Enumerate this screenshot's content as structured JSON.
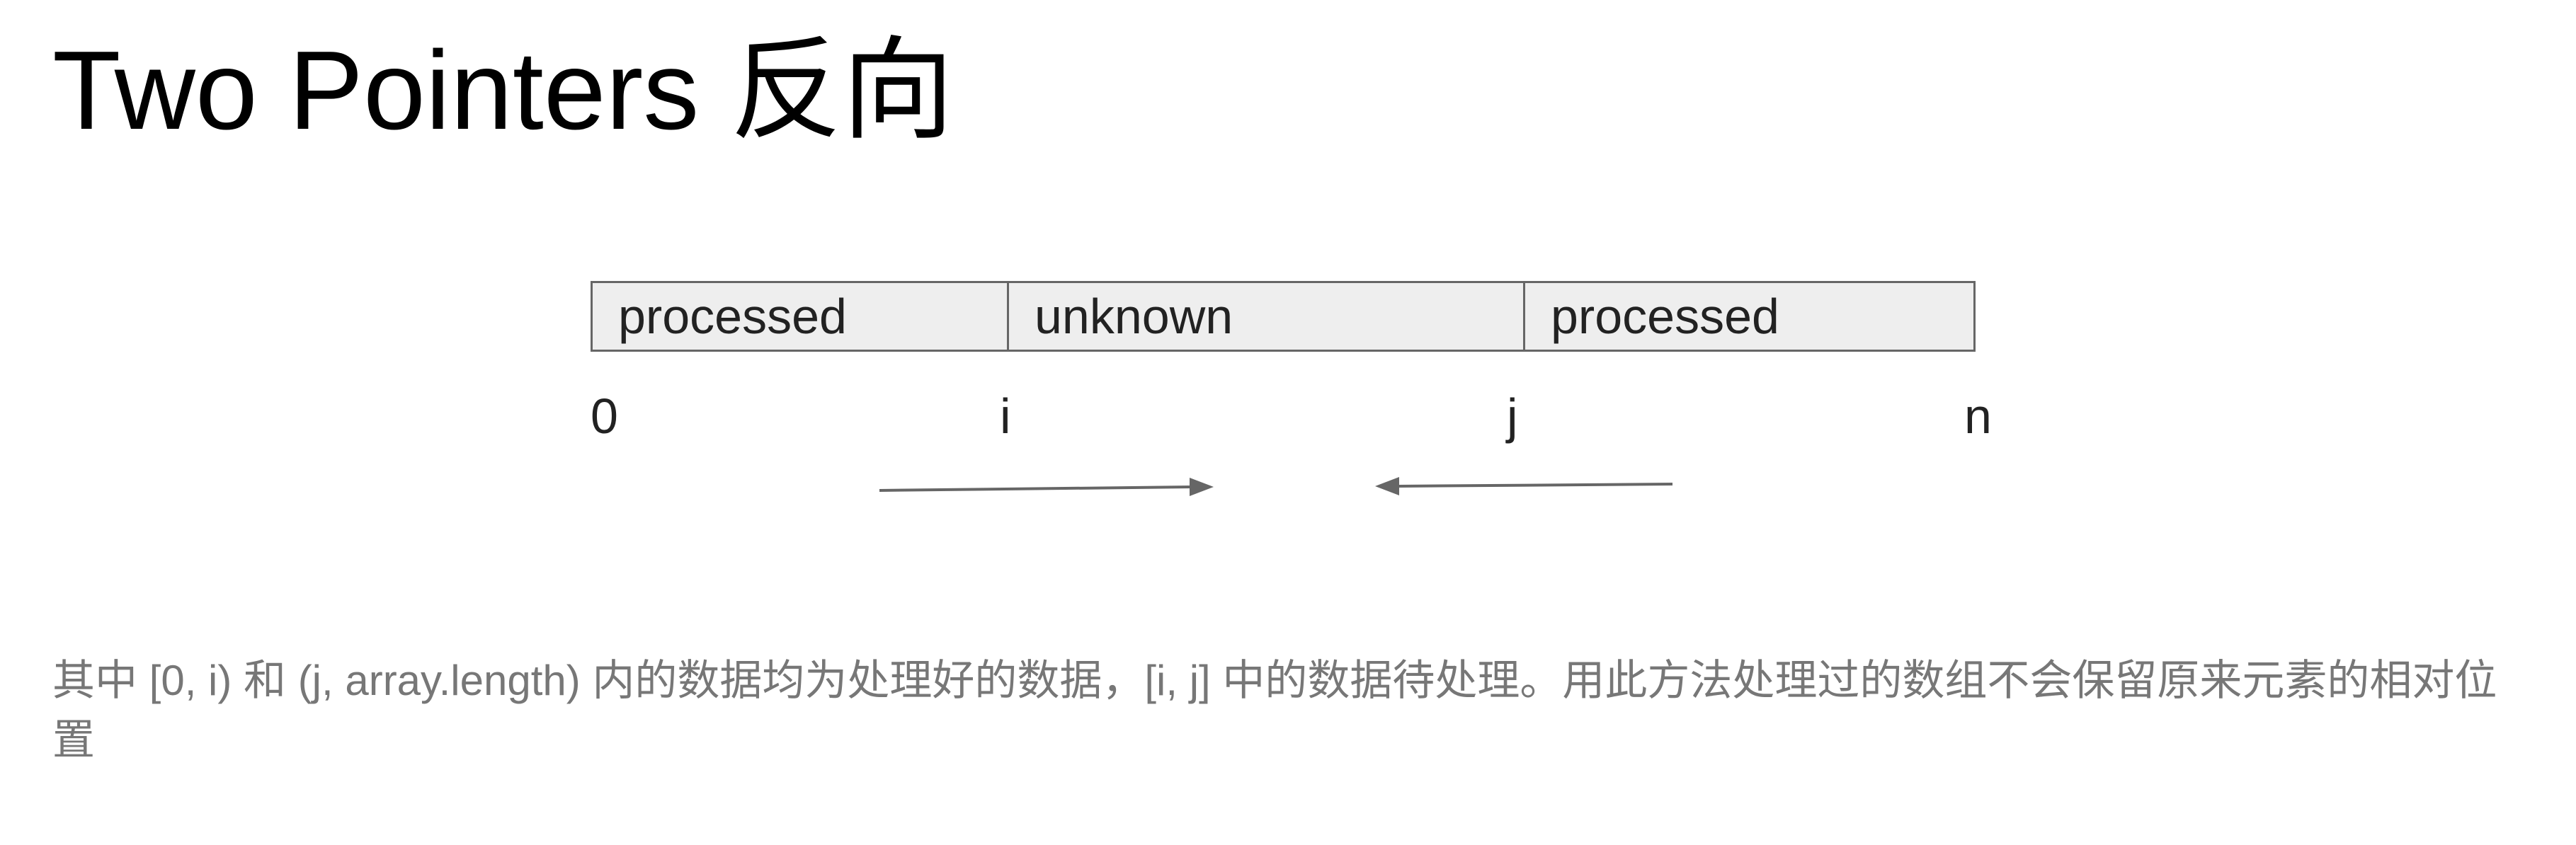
{
  "title": "Two Pointers 反向",
  "array": {
    "segments": [
      "processed",
      "unknown",
      "processed"
    ],
    "indices": [
      "0",
      "i",
      "j",
      "n"
    ]
  },
  "arrows": {
    "color": "#666666",
    "left_pointer_direction": "right",
    "right_pointer_direction": "left"
  },
  "caption": "其中 [0, i) 和 (j, array.length) 内的数据均为处理好的数据，[i, j] 中的数据待处理。用此方法处理过的数组不会保留原来元素的相对位置",
  "colors": {
    "title_text": "#000000",
    "cell_fill": "#eeeeee",
    "cell_border": "#666666",
    "caption_text": "#777777"
  }
}
